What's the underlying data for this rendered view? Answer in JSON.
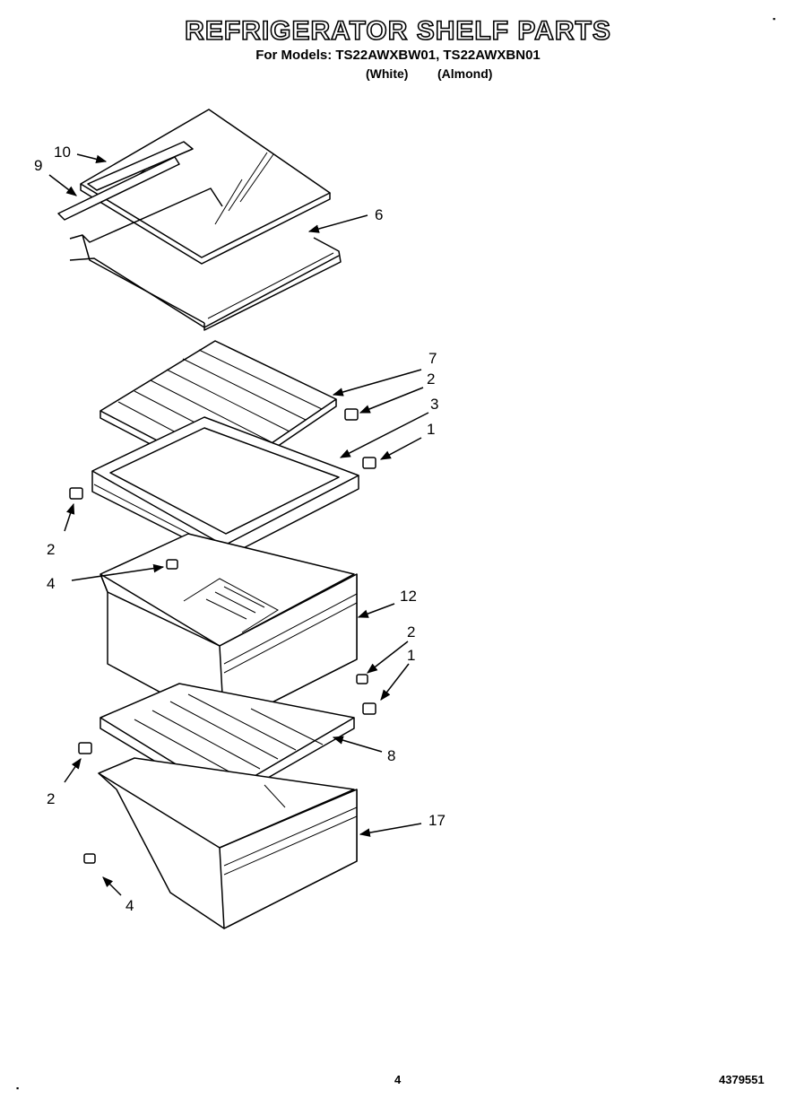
{
  "header": {
    "title": "REFRIGERATOR SHELF PARTS",
    "models": "For Models: TS22AWXBW01, TS22AWXBN01",
    "color_white": "(White)",
    "color_almond": "(Almond)"
  },
  "footer": {
    "page_number": "4",
    "document_number": "4379551"
  },
  "callouts": {
    "c10": "10",
    "c9": "9",
    "c6": "6",
    "c7": "7",
    "c2a": "2",
    "c3": "3",
    "c1a": "1",
    "c2b": "2",
    "c4a": "4",
    "c12": "12",
    "c2c": "2",
    "c1b": "1",
    "c8": "8",
    "c2d": "2",
    "c17": "17",
    "c4b": "4"
  }
}
